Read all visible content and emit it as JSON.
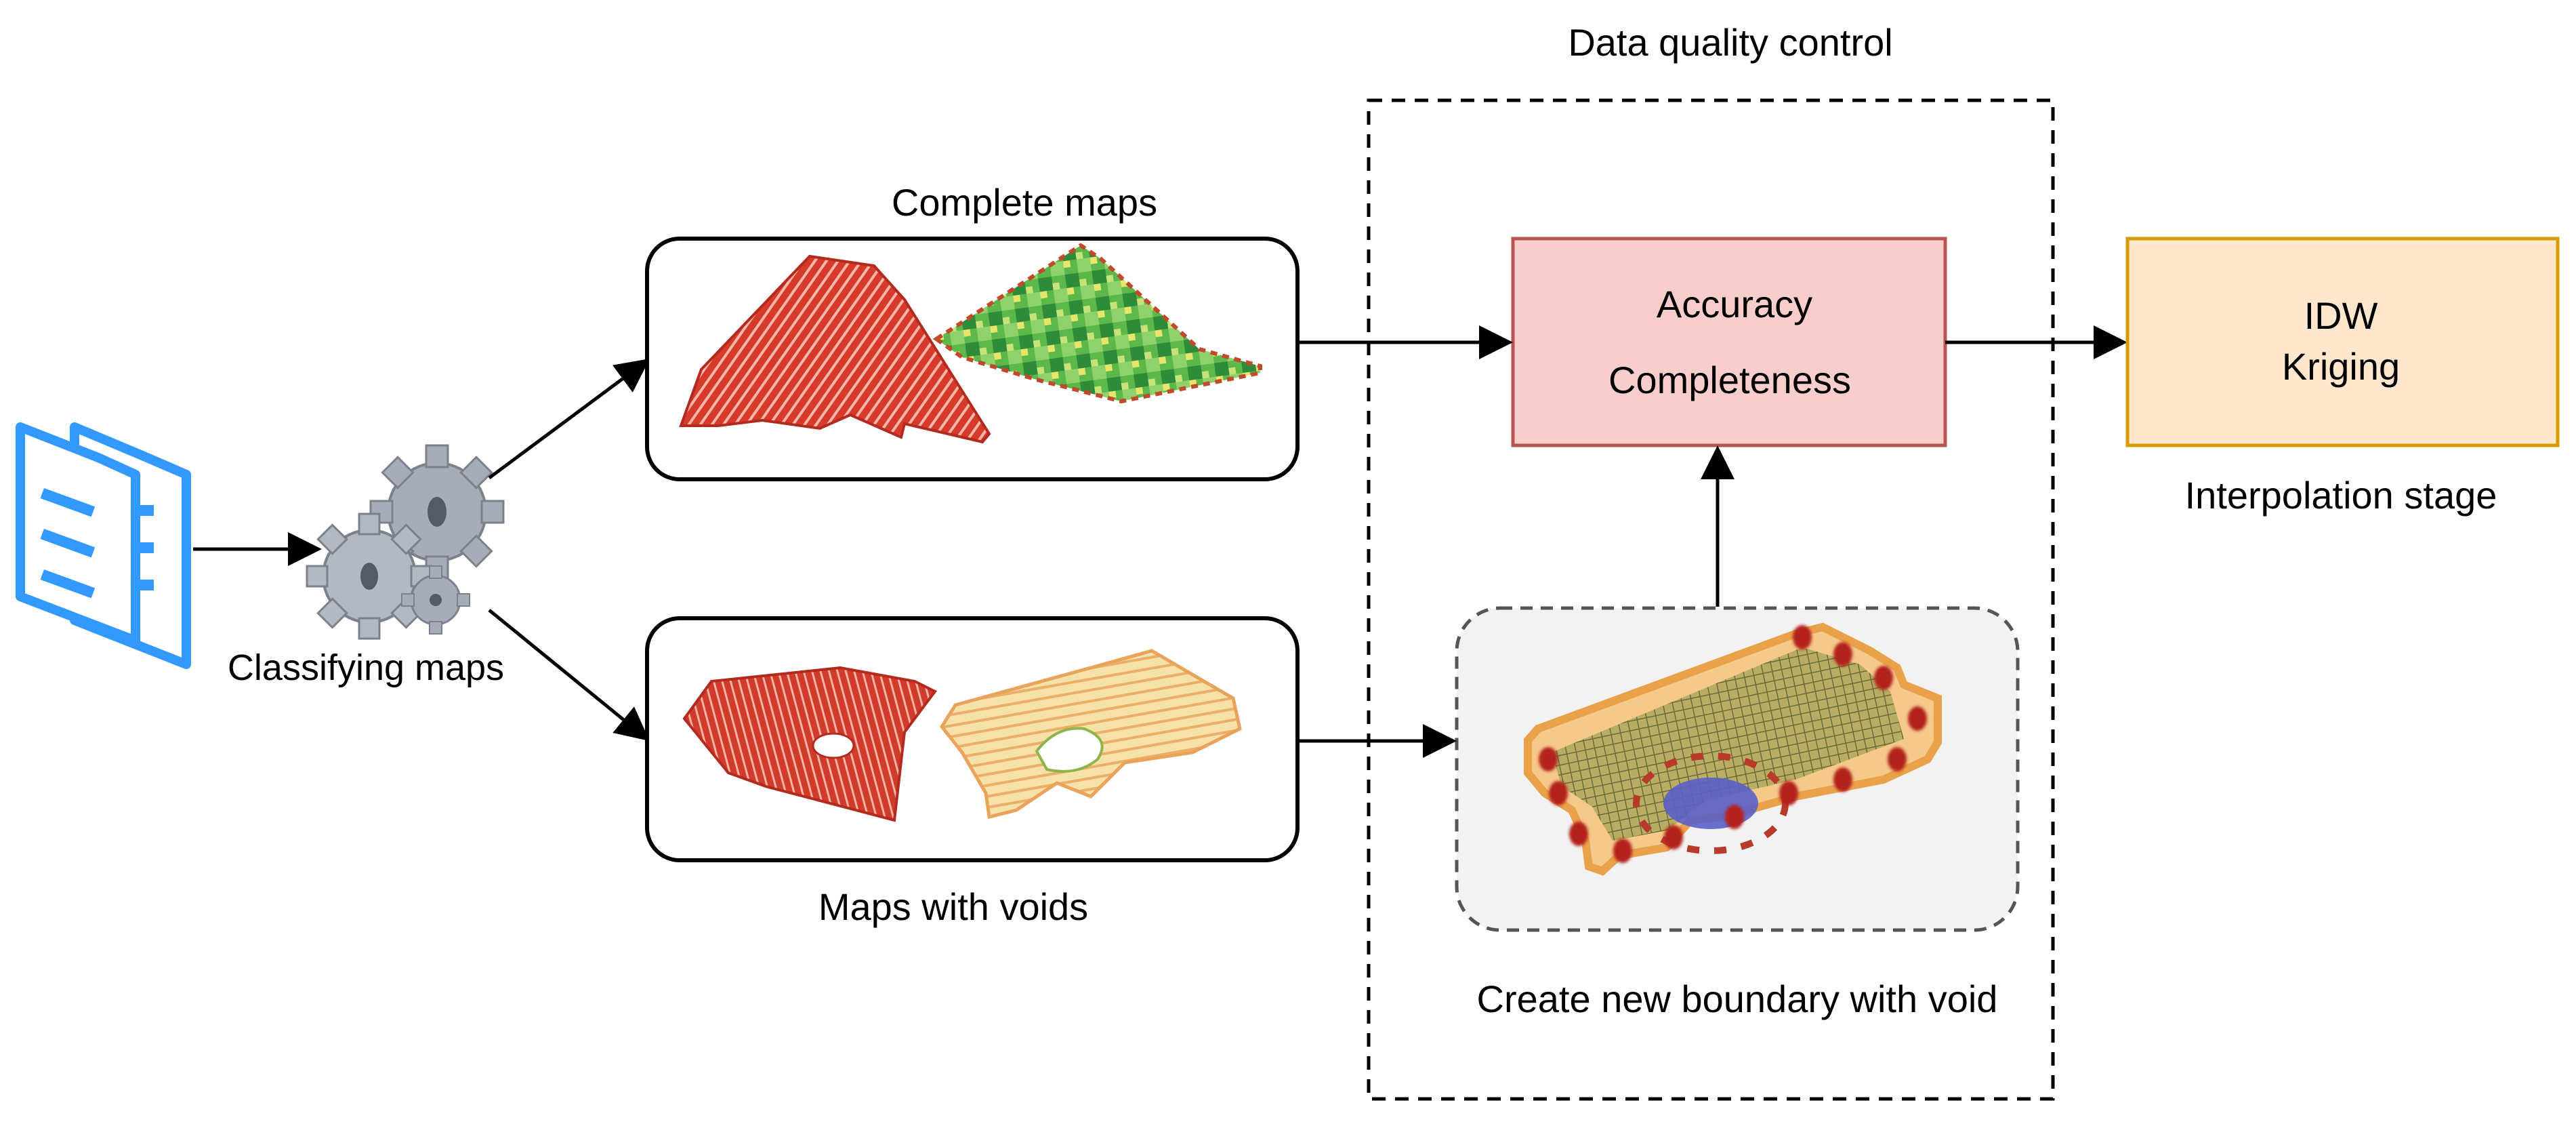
{
  "labels": {
    "classifying_maps": "Classifying maps",
    "complete_maps": "Complete maps",
    "maps_with_voids": "Maps with voids",
    "data_quality_control": "Data quality control",
    "create_new_boundary": "Create new boundary with void",
    "interpolation_stage": "Interpolation stage"
  },
  "quality_box": {
    "line1": "Accuracy",
    "line2": "Completeness"
  },
  "interpolation_box": {
    "line1": "IDW",
    "line2": "Kriging"
  },
  "colors": {
    "quality_fill": "#f8cecc",
    "quality_stroke": "#b85450",
    "interp_fill": "#ffe6cc",
    "interp_stroke": "#d79b00",
    "doc_icon": "#3399ff",
    "gear": "#a7adb8",
    "map_red": "#d63a2a",
    "map_green": "#5cb84a",
    "map_cream": "#f3dca0"
  }
}
